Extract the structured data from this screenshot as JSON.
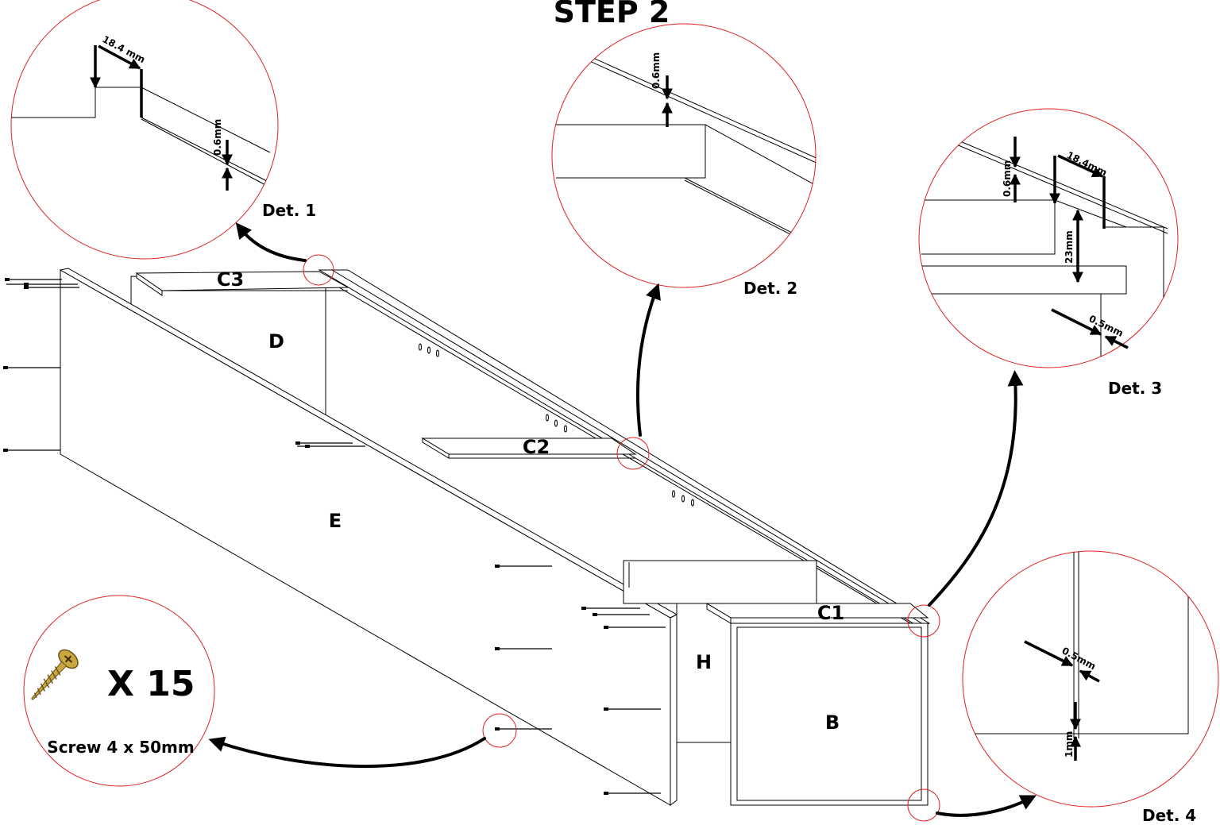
{
  "title": "STEP 2",
  "parts": {
    "c3": "C3",
    "c2": "C2",
    "c1": "C1",
    "d": "D",
    "e": "E",
    "h": "H",
    "b": "B"
  },
  "details": {
    "det1": {
      "label": "Det. 1",
      "dims": [
        "18.4 mm",
        "0.6mm"
      ]
    },
    "det2": {
      "label": "Det. 2",
      "dims": [
        "0.6mm"
      ]
    },
    "det3": {
      "label": "Det. 3",
      "dims": [
        "0.6mm",
        "18.4mm",
        "23mm",
        "0.5mm"
      ]
    },
    "det4": {
      "label": "Det. 4",
      "dims": [
        "0.5mm",
        "1mm"
      ]
    }
  },
  "hardware": {
    "quantity": "X 15",
    "name": "Screw 4 x 50mm",
    "icon": "screw-icon"
  },
  "colors": {
    "highlight": "#e02020",
    "line": "#000000"
  }
}
